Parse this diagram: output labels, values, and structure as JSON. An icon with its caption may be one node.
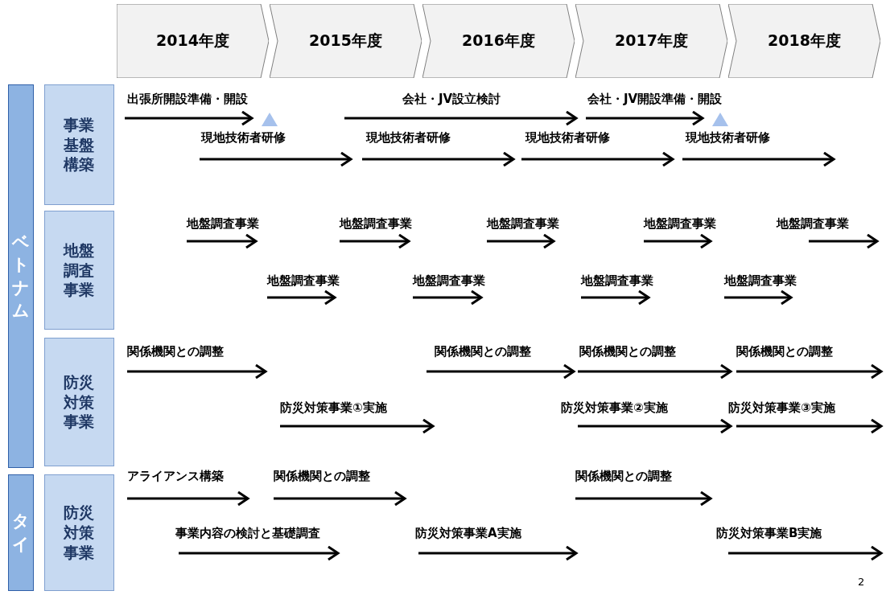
{
  "diagram": {
    "nodes": [
      {
        "text": [
          "2014年度"
        ]
      },
      {
        "text": [
          "2015年度"
        ]
      },
      {
        "text": [
          "2016年度"
        ]
      },
      {
        "text": [
          "2017年度"
        ]
      },
      {
        "text": [
          "2018年度"
        ]
      },
      {
        "text": [
          "ベトナム"
        ]
      },
      {
        "text": [
          "タイ"
        ]
      },
      {
        "text": [
          "事業基盤構築"
        ]
      },
      {
        "text": [
          "地盤調査事業"
        ]
      },
      {
        "text": [
          "防災対策事業"
        ]
      },
      {
        "text": [
          "防災対策事業"
        ]
      },
      {
        "text": [
          "出張所開設準備・開設"
        ]
      },
      {
        "text": [],
        "shape": "triangle"
      },
      {
        "text": [
          "会社・JV設立検討"
        ]
      },
      {
        "text": [
          "会社・JV開設準備・開設"
        ]
      },
      {
        "text": [],
        "shape": "triangle"
      },
      {
        "text": [
          "現地技術者研修"
        ]
      },
      {
        "text": [
          "現地技術者研修"
        ]
      },
      {
        "text": [
          "現地技術者研修"
        ]
      },
      {
        "text": [
          "現地技術者研修"
        ]
      },
      {
        "text": [
          "地盤調査事業"
        ]
      },
      {
        "text": [
          "地盤調査事業"
        ]
      },
      {
        "text": [
          "地盤調査事業"
        ]
      },
      {
        "text": [
          "地盤調査事業"
        ]
      },
      {
        "text": [
          "地盤調査事業"
        ]
      },
      {
        "text": [
          "地盤調査事業"
        ]
      },
      {
        "text": [
          "地盤調査事業"
        ]
      },
      {
        "text": [
          "地盤調査事業"
        ]
      },
      {
        "text": [
          "地盤調査事業"
        ]
      },
      {
        "text": [
          "関係機関との調整"
        ]
      },
      {
        "text": [
          "関係機関との調整"
        ]
      },
      {
        "text": [
          "関係機関との調整"
        ]
      },
      {
        "text": [
          "関係機関との調整"
        ]
      },
      {
        "text": [
          "防災対策事業①実施"
        ]
      },
      {
        "text": [
          "防災対策事業②実施"
        ]
      },
      {
        "text": [
          "防災対策事業③実施"
        ]
      },
      {
        "text": [
          "アライアンス構築"
        ]
      },
      {
        "text": [
          "関係機関との調整"
        ]
      },
      {
        "text": [
          "関係機関との調整"
        ]
      },
      {
        "text": [
          "事業内容の検討と基礎調査"
        ]
      },
      {
        "text": [
          "防災対策事業A実施"
        ]
      },
      {
        "text": [
          "防災対策事業B実施"
        ]
      }
    ],
    "labels": [
      "2"
    ]
  }
}
